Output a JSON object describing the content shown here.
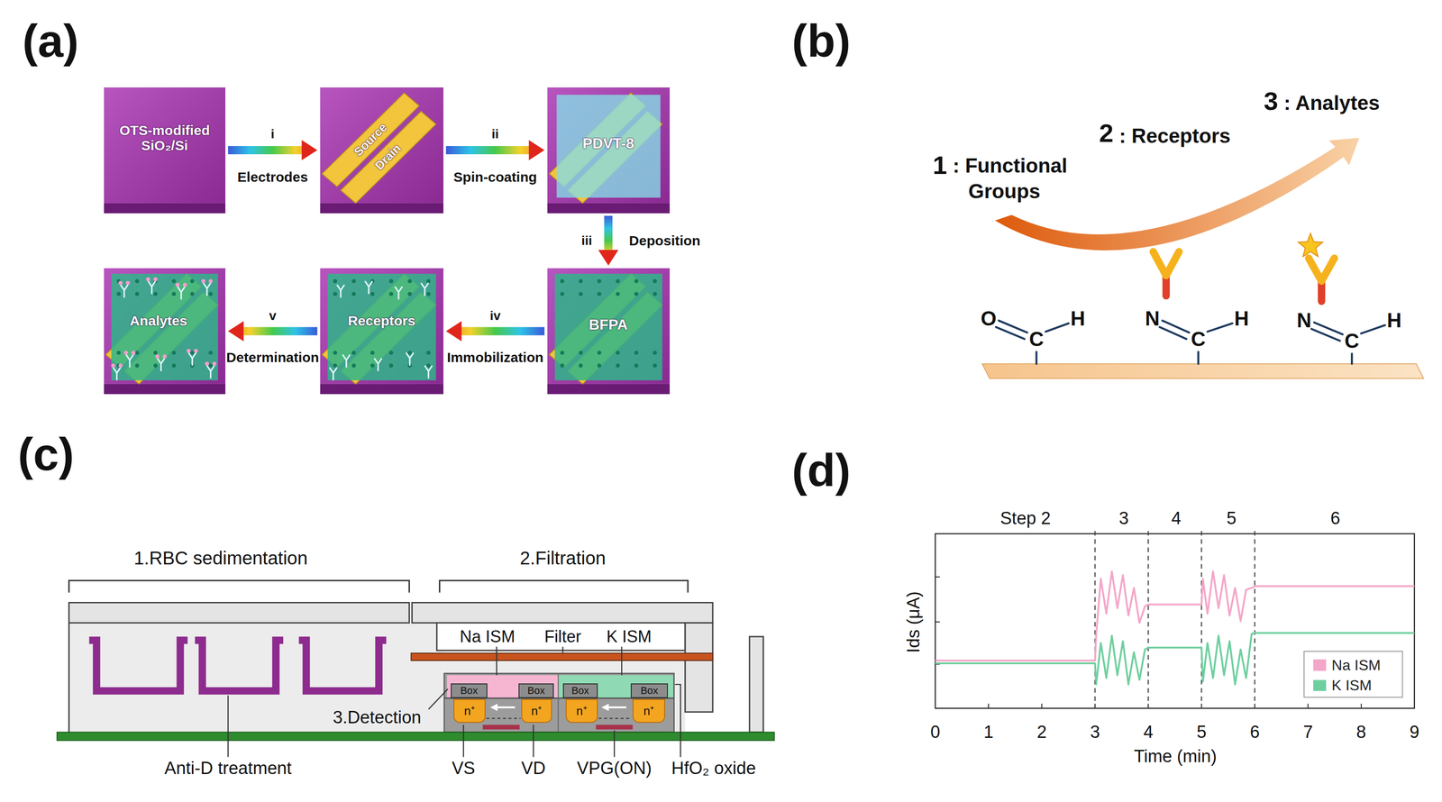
{
  "diagram": {
    "nodes": [
      {
        "text": [
          "OTS-modified SiO₂/Si"
        ]
      },
      {
        "text": [
          "Source",
          "Drain"
        ]
      },
      {
        "text": [
          "PDVT-8"
        ]
      },
      {
        "text": [
          "Analytes"
        ]
      },
      {
        "text": [
          "Receptors"
        ]
      },
      {
        "text": [
          "BFPA"
        ]
      },
      {
        "text": [
          "Box"
        ]
      },
      {
        "text": [
          "Box"
        ]
      },
      {
        "text": [
          "Box"
        ]
      },
      {
        "text": [
          "Box"
        ]
      },
      {
        "text": [
          "n⁺"
        ]
      },
      {
        "text": [
          "n⁺"
        ]
      },
      {
        "text": [
          "n⁺"
        ]
      },
      {
        "text": [
          "n⁺"
        ]
      }
    ],
    "edges": [
      {
        "from": 0,
        "to": 1,
        "arrow": "to",
        "label": "Electrodes"
      },
      {
        "from": 1,
        "to": 2,
        "arrow": "to",
        "label": "Spin-coating"
      },
      {
        "from": 2,
        "to": 5,
        "arrow": "to",
        "label": "Deposition"
      },
      {
        "from": 5,
        "to": 4,
        "arrow": "to",
        "label": "Immobilization"
      },
      {
        "from": 4,
        "to": 3,
        "arrow": "to",
        "label": "Determination"
      }
    ],
    "labels": [
      "(a)",
      "(b)",
      "(c)",
      "(d)",
      "i",
      "ii",
      "iii",
      "iv",
      "v",
      "1",
      ": Functional Groups",
      "2",
      ": Receptors",
      "3",
      ": Analytes",
      "O",
      "C",
      "H",
      "N",
      "C",
      "H",
      "N",
      "C",
      "H",
      "1.RBC sedimentation",
      "2.Filtration",
      "Na ISM",
      "Filter",
      "K ISM",
      "3.Detection",
      "Anti-D treatment",
      "VS",
      "VD",
      "VPG(ON)",
      "HfO₂ oxide",
      "Step 2",
      "3",
      "4",
      "5",
      "6",
      "0",
      "1",
      "2",
      "3",
      "4",
      "5",
      "6",
      "7",
      "8",
      "9",
      "Time (min)",
      "Ids (μA)"
    ],
    "legend": [
      {
        "text": "Na ISM",
        "color": "#f4a6c8"
      },
      {
        "text": "K ISM",
        "color": "#6fcf9f"
      }
    ]
  }
}
